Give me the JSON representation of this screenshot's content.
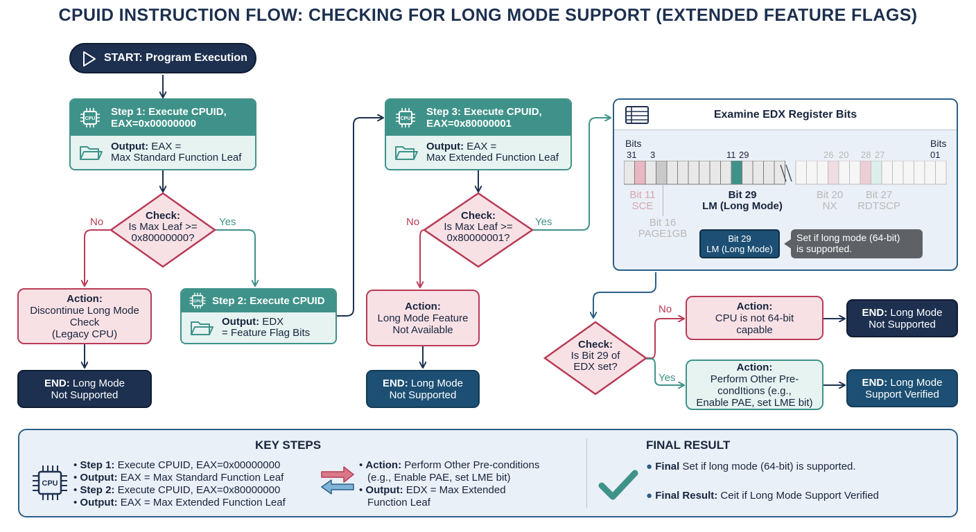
{
  "title": "CPUID INSTRUCTION FLOW: CHECKING FOR LONG MODE SUPPORT (EXTENDED FEATURE FLAGS)",
  "start": "START: Program Execution",
  "step1": {
    "title1": "Step 1: Execute CPUID,",
    "title2": "EAX=0x00000000",
    "out_label": "Output:",
    "out1": " EAX =",
    "out2": "Max Standard Function Leaf",
    "icon_text": "CPU"
  },
  "check1": {
    "head": "Check:",
    "line1": "Is Max Leaf >=",
    "line2": "0x80000000?",
    "no": "No",
    "yes": "Yes"
  },
  "action1": {
    "head": "Action:",
    "line1": "Discontinue Long Mode",
    "line2": "Check",
    "line3": "(Legacy CPU)"
  },
  "end1": {
    "bold": "END:",
    "rest": " Long Mode",
    "line2": "Not Supported"
  },
  "step2": {
    "title": "Step 2: Execute CPUID",
    "out_label": "Output:",
    "out1": " EDX",
    "out2": "= Feature Flag Bits",
    "icon_text": "CPU"
  },
  "step3": {
    "title1": "Step 3: Execute CPUID,",
    "title2": "EAX=0x80000001",
    "out_label": "Output:",
    "out1": " EAX =",
    "out2": "Max Extended Function Leaf",
    "icon_text": "CPU"
  },
  "check2": {
    "head": "Check:",
    "line1": "Is Max Leaf >=",
    "line2": "0x80000001?",
    "no": "No",
    "yes": "Yes"
  },
  "action2": {
    "head": "Action:",
    "line1": "Long Mode Feature",
    "line2": "Not Available"
  },
  "end2": {
    "bold": "END:",
    "rest": " Long Mode",
    "line2": "Not Supported"
  },
  "edx": {
    "title": "Examine EDX Register Bits",
    "bits_left": "Bits",
    "bits_right": "Bits",
    "num_31": "31",
    "num_3": "3",
    "num_11": "11",
    "num_29": "29",
    "num_26": "26",
    "num_20": "20",
    "num_28": "28",
    "num_27": "27",
    "num_01": "01",
    "bit11_a": "Bit 11",
    "bit11_b": "SCE",
    "bit16_a": "Bit 16",
    "bit16_b": "PAGE1GB",
    "bit29_a": "Bit 29",
    "bit29_b": "LM (Long Mode)",
    "bit20_a": "Bit 20",
    "bit20_b": "NX",
    "bit27_a": "Bit 27",
    "bit27_b": "RDTSCP",
    "tip_dark_1": "Bit 29",
    "tip_dark_2": "LM (Long Mode)",
    "tip_grey_1": "Set if long mode (64-bit)",
    "tip_grey_2": "is supported."
  },
  "check3": {
    "head": "Check:",
    "line1": "Is Bit 29 of",
    "line2": "EDX set?",
    "no": "No",
    "yes": "Yes"
  },
  "action3": {
    "head": "Action:",
    "line1": "CPU is not 64-bit",
    "line2": "capable"
  },
  "action4": {
    "head": "Action:",
    "line1": "Perform Other Pre-",
    "line2": "condItions (e.g.,",
    "line3": "Enable PAE, set LME bit)"
  },
  "end3": {
    "bold": "END:",
    "rest": " Long Mode",
    "line2": "Not Supported"
  },
  "end4": {
    "bold": "END:",
    "rest": " Long Mode",
    "line2": "Support Verified"
  },
  "keysteps": {
    "title": "KEY STEPS",
    "icon_text": "CPU",
    "items": [
      {
        "b": "Step 1:",
        "t": " Execute CPUID, EAX=0x00000000"
      },
      {
        "b": "Output:",
        "t": " EAX = Max Standard Function Leaf"
      },
      {
        "b": "Step 2:",
        "t": " Execute CPUID, EAX=0x80000000"
      },
      {
        "b": "Output:",
        "t": " EAX = Max Extended Function Leaf"
      }
    ],
    "items2": [
      {
        "b": "Action:",
        "t": " Perform Other Pre-conditions",
        "t2": "(e.g., Enable PAE, set LME bit)"
      },
      {
        "b": "Output:",
        "t": " EDX = Max Extended",
        "t2": "Function Leaf"
      }
    ]
  },
  "final": {
    "title": "FINAL RESULT",
    "items": [
      {
        "b": "Final",
        "t": " Set if long mode (64-bit) is supported."
      },
      {
        "b": "Final Result:",
        "t": " Ceit if Long Mode Support Verified"
      }
    ]
  },
  "colors": {
    "navy": "#1d3050",
    "teal": "#3f9289",
    "red": "#b83a55",
    "pink": "#f8e1e5",
    "mint": "#e6f3f1",
    "blue": "#2b5f86"
  }
}
